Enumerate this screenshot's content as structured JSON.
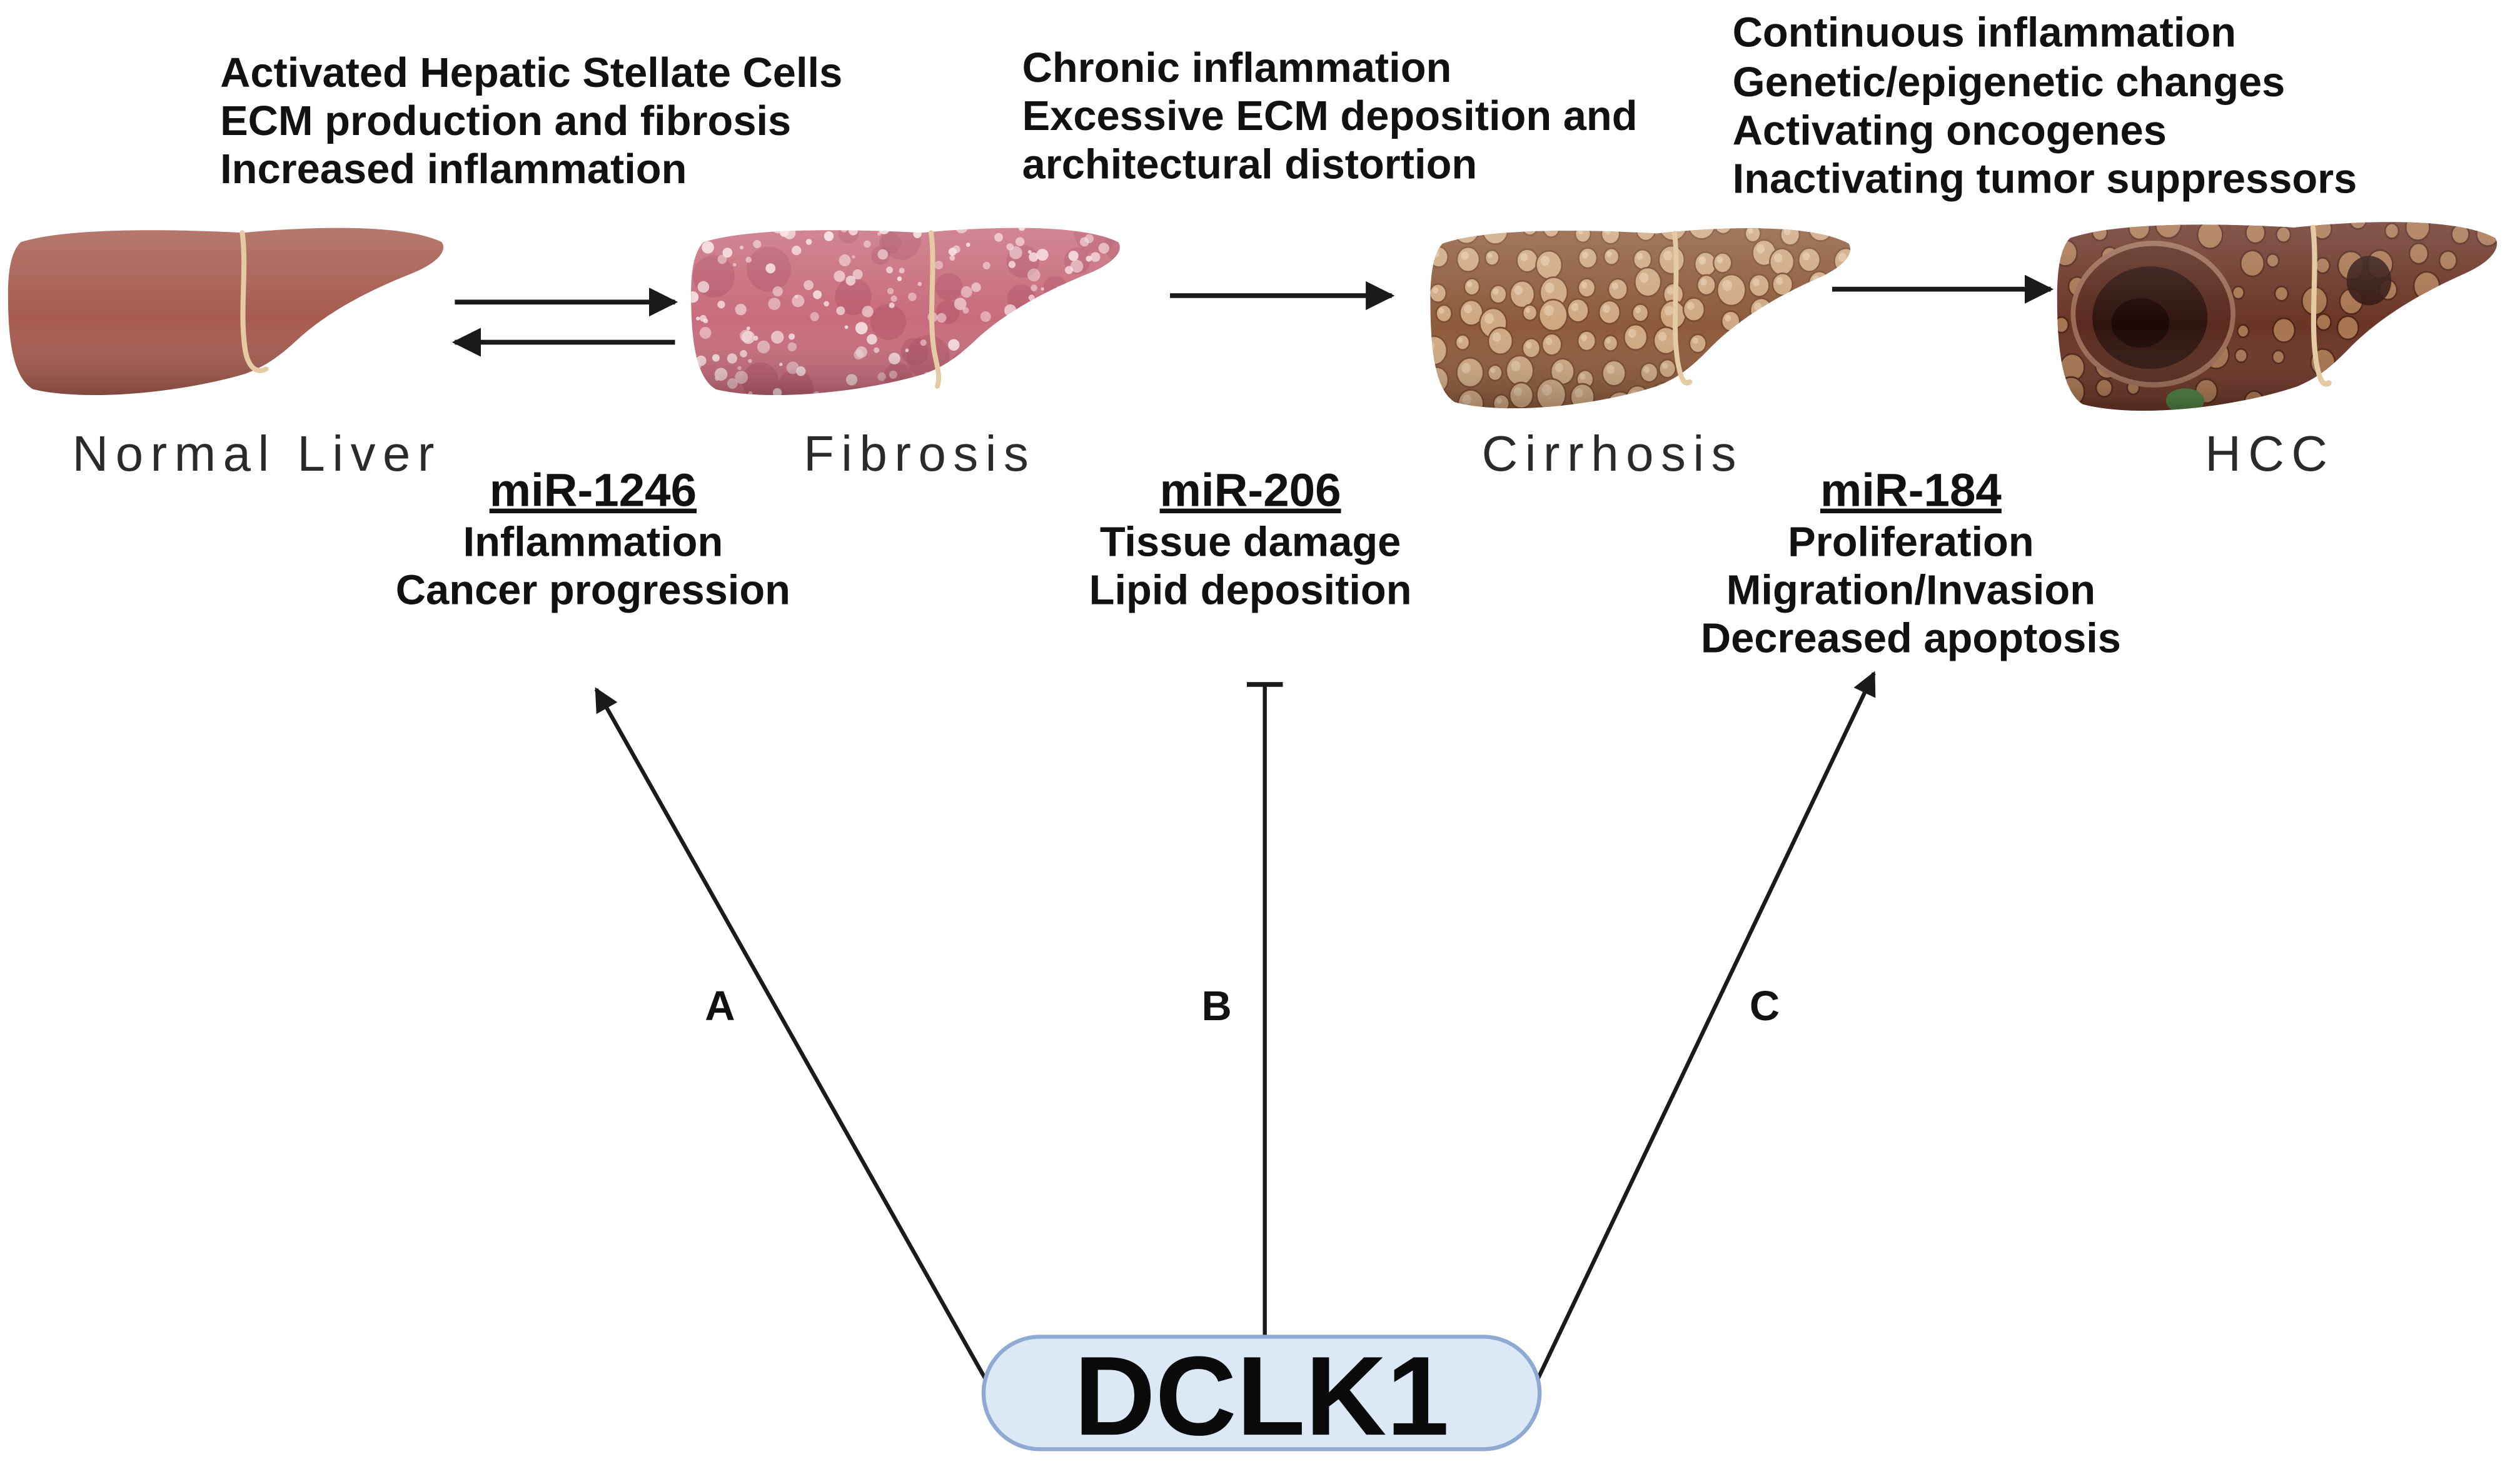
{
  "annotations": {
    "fibrosis": [
      "Activated Hepatic Stellate Cells",
      "ECM production and fibrosis",
      "Increased inflammation"
    ],
    "cirrhosis": [
      "Chronic inflammation",
      "Excessive ECM deposition and",
      "architectural distortion"
    ],
    "hcc": [
      "Continuous inflammation",
      "Genetic/epigenetic changes",
      "Activating oncogenes",
      "Inactivating tumor suppressors"
    ]
  },
  "stages": [
    {
      "label": "Normal Liver"
    },
    {
      "label": "Fibrosis"
    },
    {
      "label": "Cirrhosis"
    },
    {
      "label": "HCC"
    }
  ],
  "pathways": [
    {
      "label": "A",
      "mirna": "miR-1246",
      "effects": [
        "Inflammation",
        "Cancer progression"
      ],
      "head_icon": "arrow-head-icon"
    },
    {
      "label": "B",
      "mirna": "miR-206",
      "effects": [
        "Tissue damage",
        "Lipid deposition"
      ],
      "head_icon": "inhibit-bar-icon"
    },
    {
      "label": "C",
      "mirna": "miR-184",
      "effects": [
        "Proliferation",
        "Migration/Invasion",
        "Decreased apoptosis"
      ],
      "head_icon": "arrow-head-icon"
    }
  ],
  "hub": {
    "label": "DCLK1"
  },
  "colors": {
    "normal_liver": "#a65b4e",
    "fibrosis_liver": "#c86c7c",
    "fibrosis_spot": "#f7dfe2",
    "fibrosis_patch": "#a84a5e",
    "cirrhosis_liver": "#8d5a3b",
    "cirrhosis_nodule": "#cfa881",
    "cirrhosis_nodule_edge": "#7a4a2f",
    "hcc_liver": "#6a3425",
    "hcc_nodule": "#a8744f",
    "hcc_tumor": "#2f130e",
    "hcc_green": "#4c7c3e",
    "ligament": "#e5cba3",
    "hub_fill": "#dde8f7",
    "hub_stroke": "#8eaad3"
  }
}
